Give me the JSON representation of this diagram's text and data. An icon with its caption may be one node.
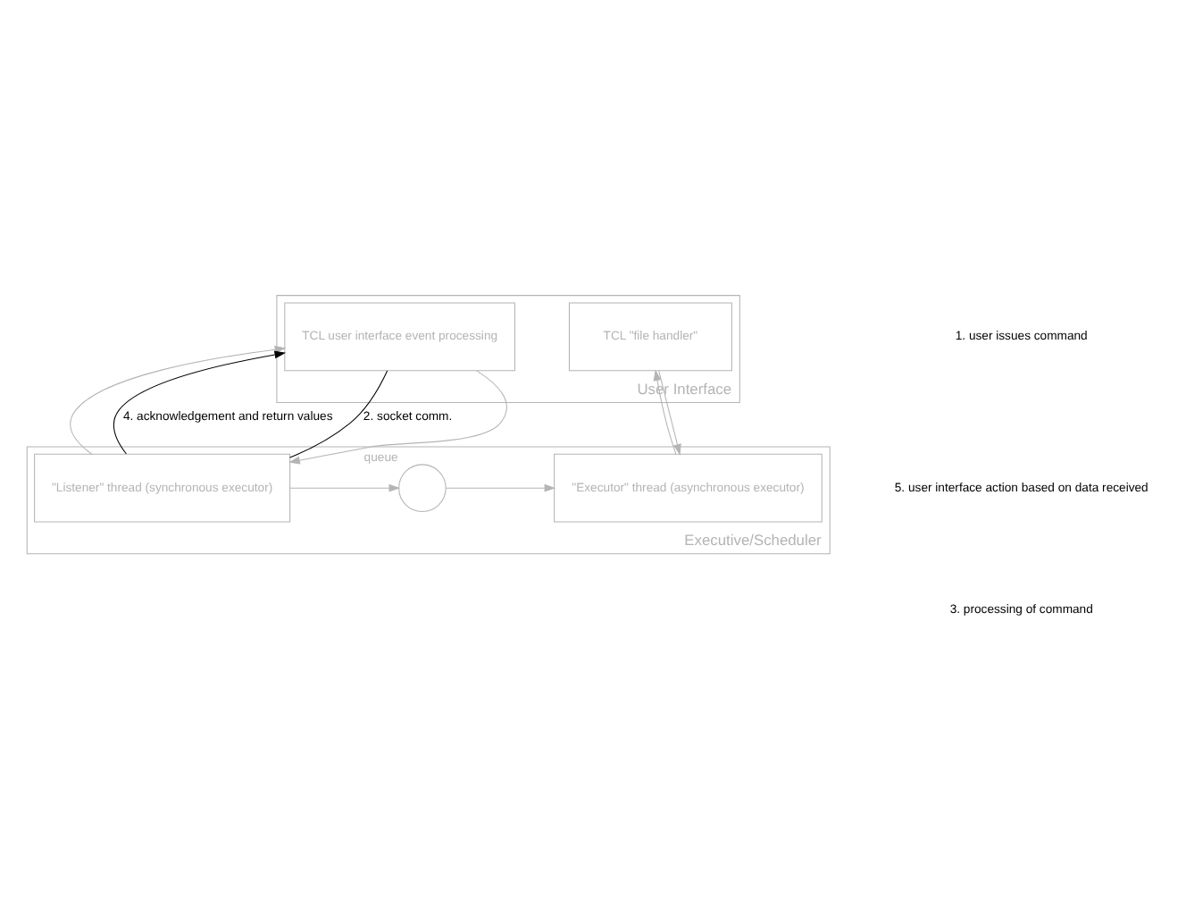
{
  "diagram": {
    "nodes": [
      {
        "text": [
          "User Interface"
        ]
      },
      {
        "text": [
          "TCL user interface event processing"
        ],
        "in": 0
      },
      {
        "text": [
          "TCL \"file handler\""
        ],
        "in": 0
      },
      {
        "text": [
          "Executive/Scheduler"
        ]
      },
      {
        "text": [
          "\"Listener\" thread (synchronous executor)"
        ],
        "in": 3
      },
      {
        "text": [],
        "shape": "circle",
        "beside": [
          "queue"
        ],
        "in": 3
      },
      {
        "text": [
          "\"Executor\" thread (asynchronous executor)"
        ],
        "in": 3
      }
    ],
    "edges": [
      {
        "from": 1,
        "to": 4,
        "arrow": "to"
      },
      {
        "from": 4,
        "to": 1,
        "arrow": "to"
      },
      {
        "from": 6,
        "to": 2,
        "arrow": "to"
      },
      {
        "from": 2,
        "to": 6,
        "arrow": "to"
      },
      {
        "from": 4,
        "to": 5,
        "arrow": "to"
      },
      {
        "from": 5,
        "to": 6,
        "arrow": "to"
      },
      {
        "from": 1,
        "to": 4,
        "arrow": "none",
        "label": "2. socket comm.",
        "color": "#000000"
      },
      {
        "from": 4,
        "to": 1,
        "arrow": "to",
        "label": "4. acknowledgement and return values",
        "color": "#000000"
      }
    ],
    "labels": [
      "1. user issues command",
      "5. user interface action based on data received",
      "3. processing of command"
    ]
  }
}
